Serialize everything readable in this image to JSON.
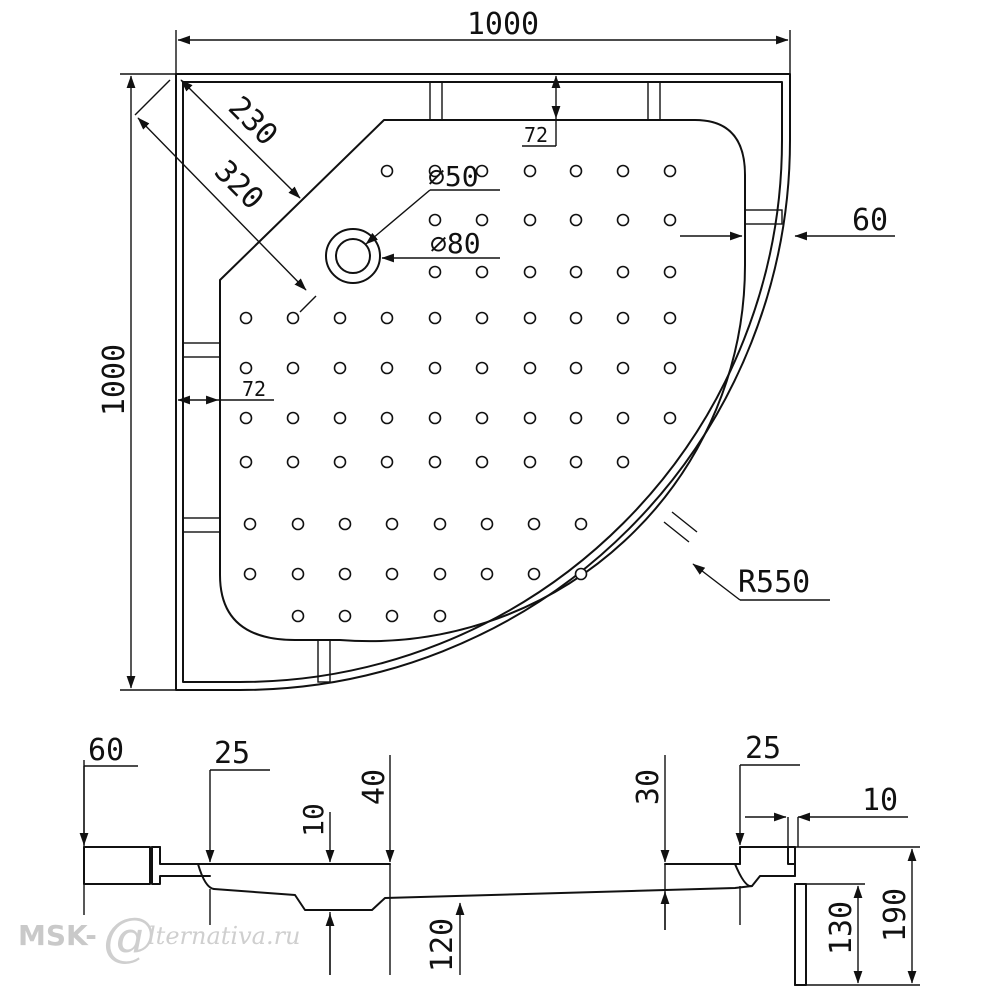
{
  "plan": {
    "width": "1000",
    "depth": "1000",
    "corner_cut_inner": "230",
    "corner_cut_outer": "320",
    "drain_inner": "⌀50",
    "drain_outer": "⌀80",
    "rim_top": "72",
    "rim_left": "72",
    "rim_right": "60",
    "radius": "R550"
  },
  "section": {
    "left_rim": "60",
    "left_step": "25",
    "drain_depth": "10",
    "drain_offset": "40",
    "right_offset": "30",
    "right_step": "25",
    "wall": "10",
    "inner_height": "120",
    "side_height": "130",
    "total_height": "190"
  },
  "watermark": {
    "brand": "MSK-",
    "at": "@",
    "site": "lternativa.ru"
  }
}
